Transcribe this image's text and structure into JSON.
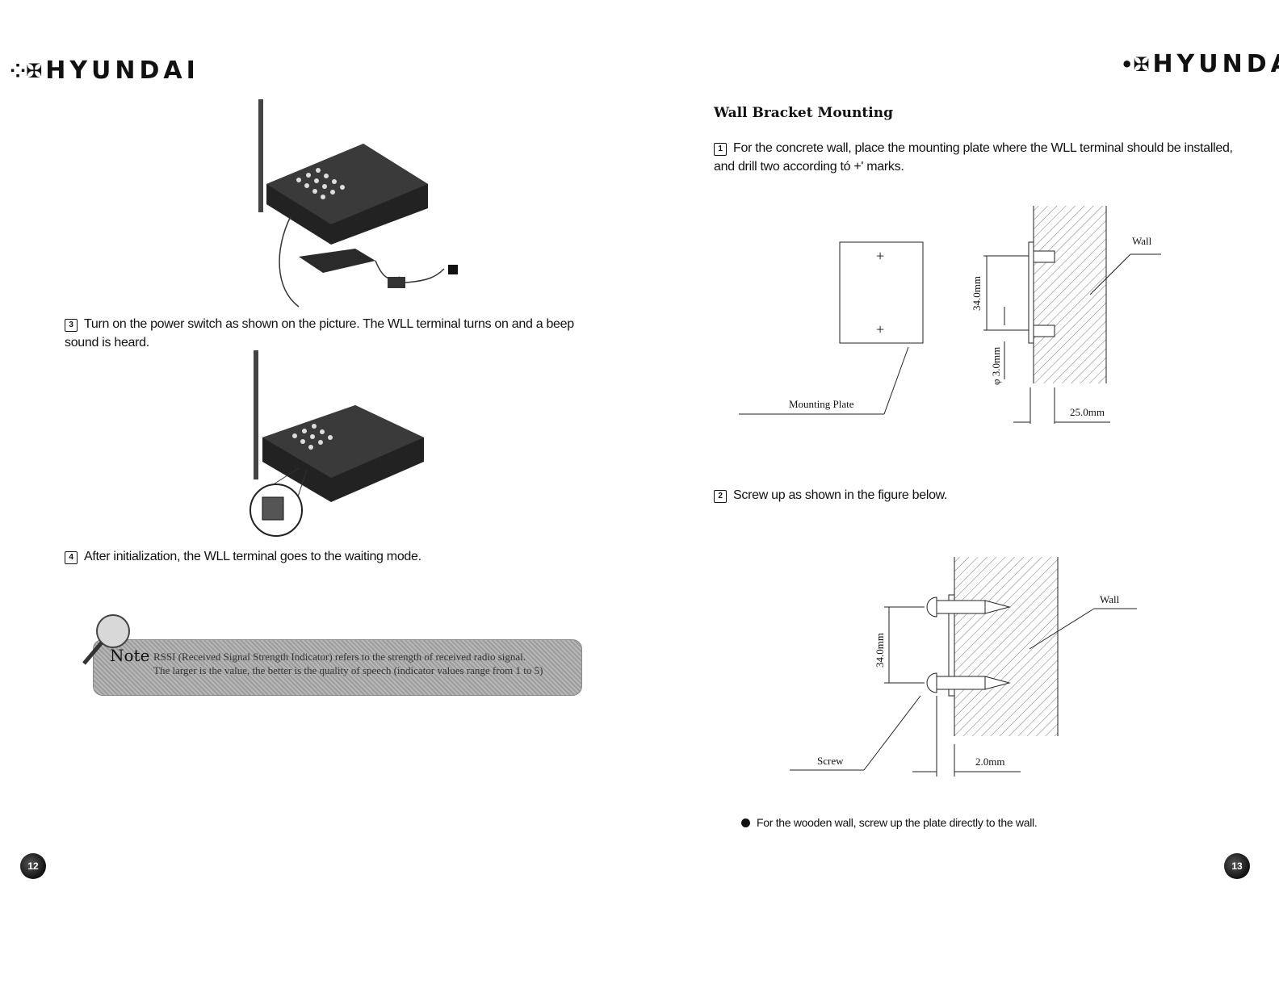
{
  "brand": {
    "left_logo": "HYUNDAI",
    "right_logo": "HYUNDA"
  },
  "left_page": {
    "step3": {
      "number": "3",
      "text": "Turn on the power switch as shown on the picture. The WLL terminal turns on and a beep sound is heard."
    },
    "step4": {
      "number": "4",
      "text": "After initialization, the WLL terminal goes  to the waiting mode."
    },
    "note": {
      "label": "Note",
      "line1": "RSSI (Received Signal Strength Indicator) refers to the strength of received radio signal.",
      "line2": "The larger is the value, the better is the quality of speech  (indicator values range from 1 to 5)"
    },
    "page_number": "12"
  },
  "right_page": {
    "heading": "Wall Bracket Mounting",
    "step1": {
      "number": "1",
      "text": "For the concrete wall, place the mounting plate where the WLL terminal should be installed, and drill two according tó  +'  marks."
    },
    "step2": {
      "number": "2",
      "text": "Screw up as shown in the figure below."
    },
    "diagram1": {
      "plus_mark": "+",
      "mounting_plate_label": "Mounting Plate",
      "wall_label": "Wall",
      "dim_vertical": "34.0mm",
      "dim_hole": "φ 3.0mm",
      "dim_depth": "25.0mm"
    },
    "diagram2": {
      "wall_label": "Wall",
      "screw_label": "Screw",
      "dim_vertical": "34.0mm",
      "dim_gap": "2.0mm"
    },
    "bullet": "For the wooden wall, screw up the plate directly to the wall.",
    "page_number": "13"
  }
}
